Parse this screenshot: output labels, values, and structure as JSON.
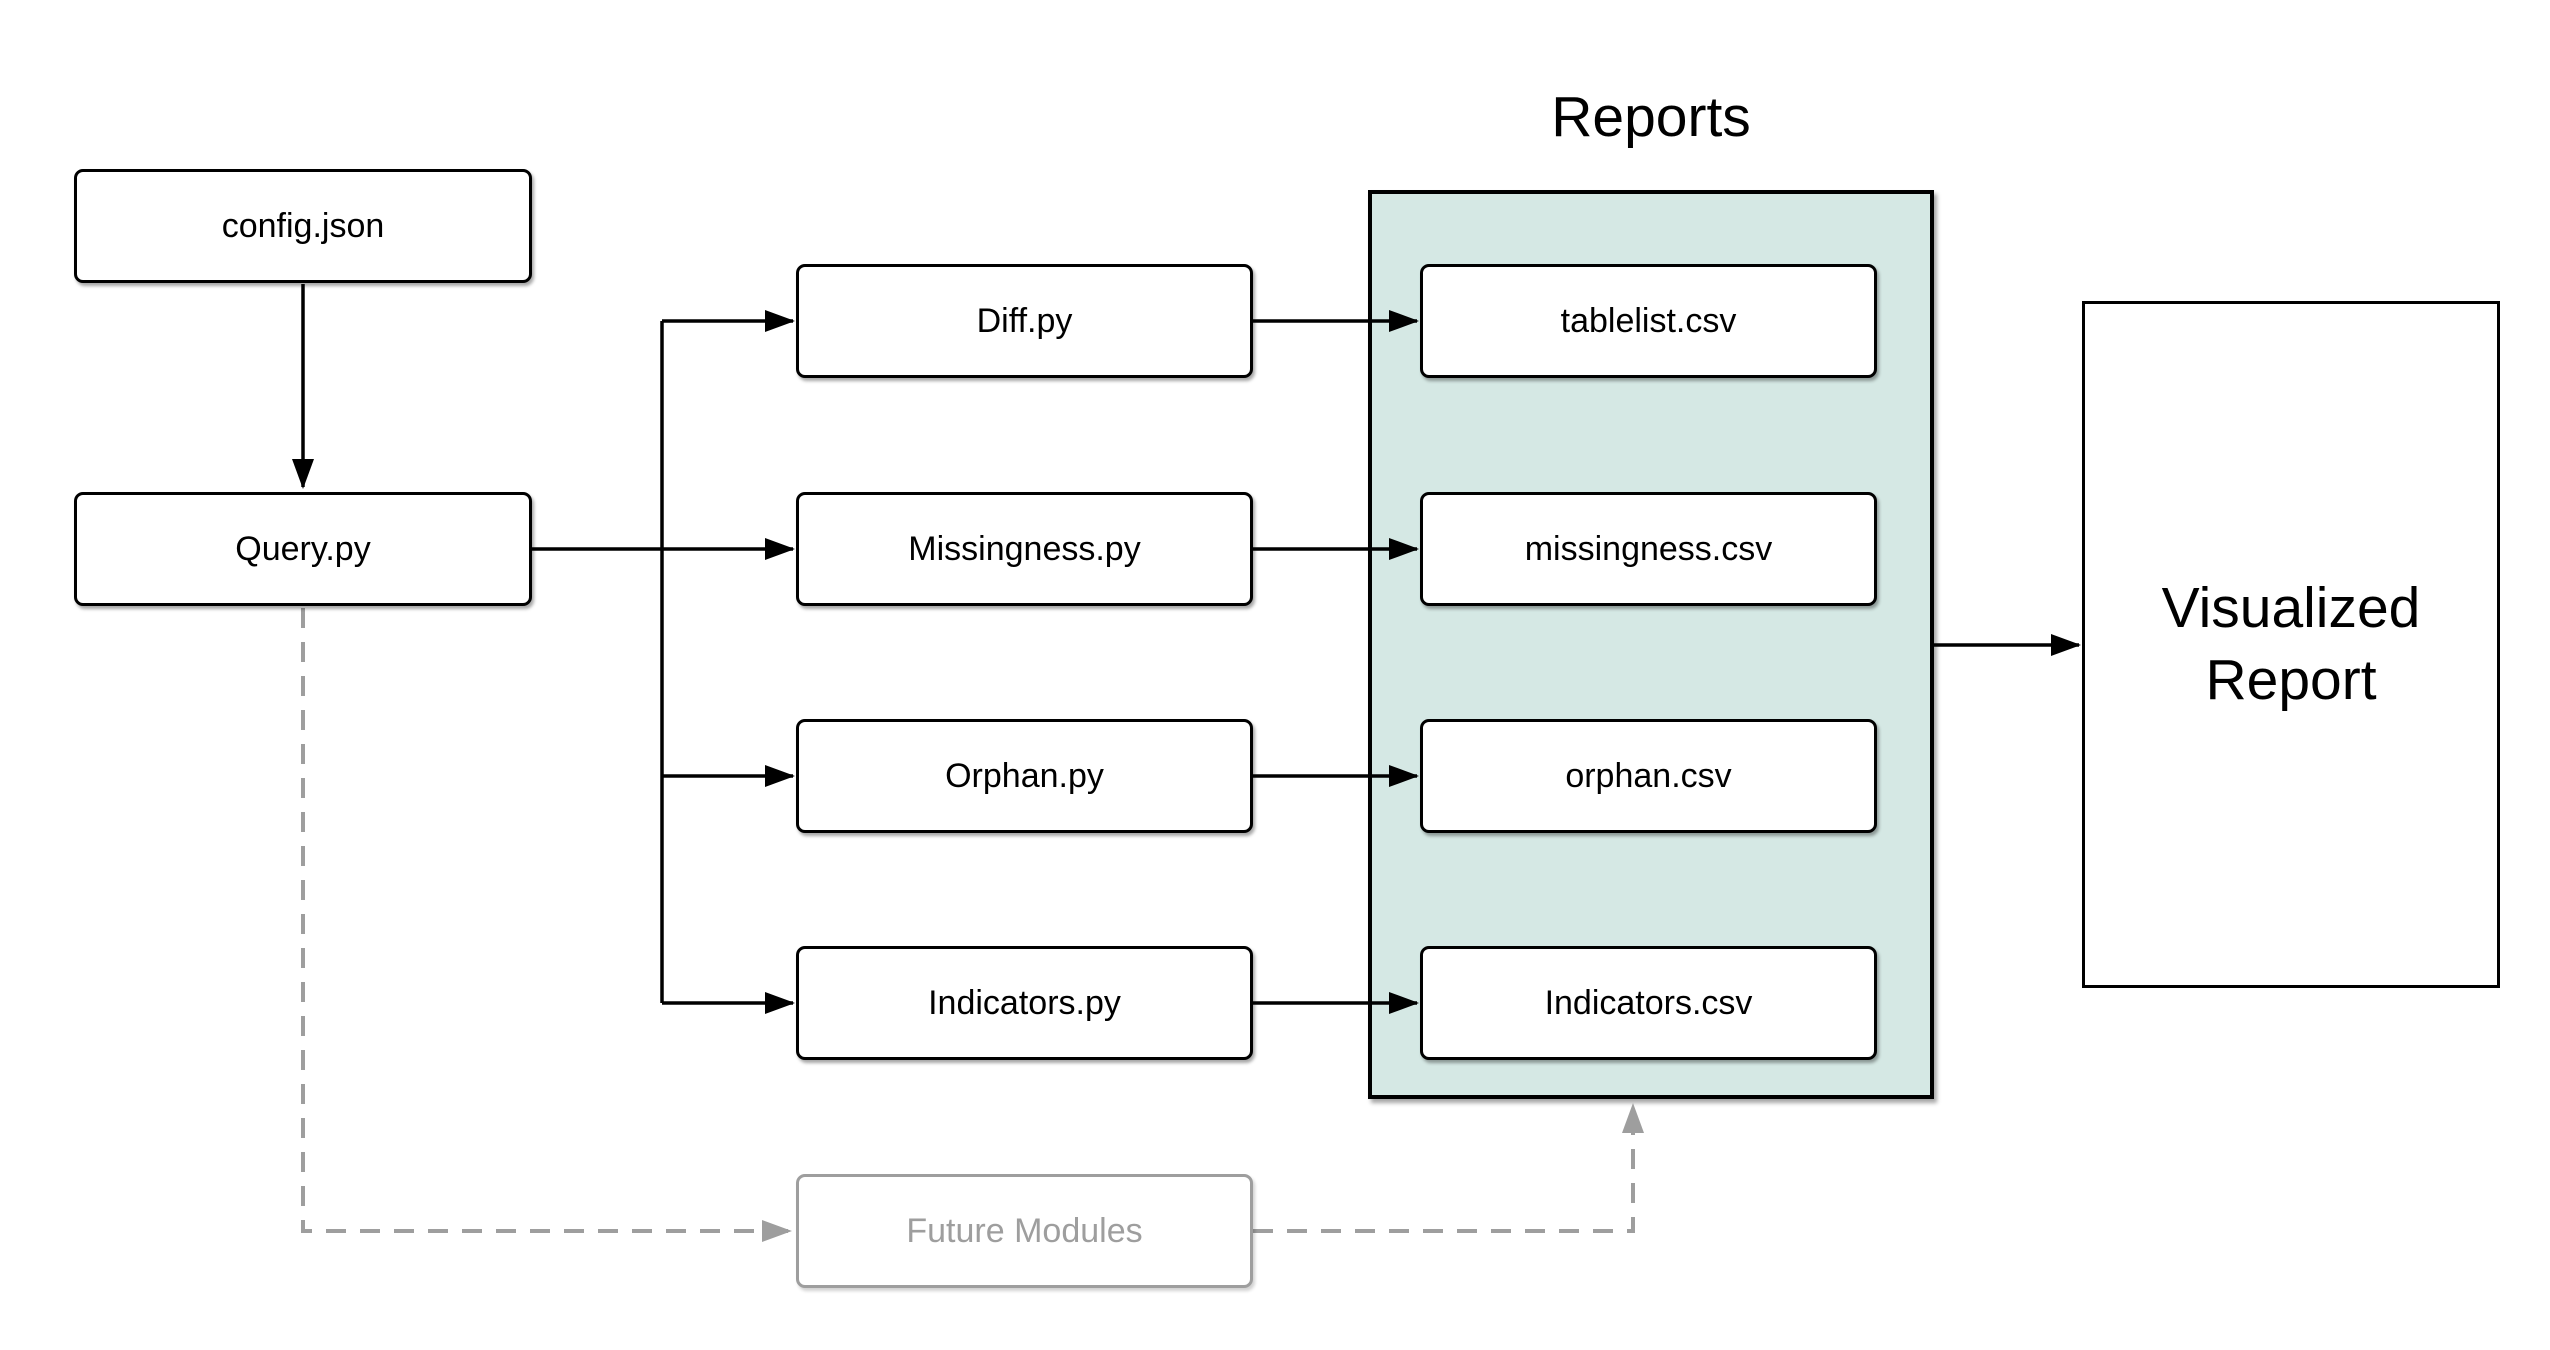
{
  "diagram": {
    "nodes": {
      "config": {
        "label": "config.json"
      },
      "query": {
        "label": "Query.py"
      },
      "diff": {
        "label": "Diff.py"
      },
      "missingness": {
        "label": "Missingness.py"
      },
      "orphan": {
        "label": "Orphan.py"
      },
      "indicators": {
        "label": "Indicators.py"
      },
      "tablelist_csv": {
        "label": "tablelist.csv"
      },
      "missingness_csv": {
        "label": "missingness.csv"
      },
      "orphan_csv": {
        "label": "orphan.csv"
      },
      "indicators_csv": {
        "label": "Indicators.csv"
      },
      "reports_group": {
        "label": "Reports"
      },
      "visualized": {
        "label": "Visualized Report"
      },
      "future": {
        "label": "Future Modules"
      }
    },
    "edges": [
      {
        "from": "config.json",
        "to": "Query.py",
        "style": "solid"
      },
      {
        "from": "Query.py",
        "to": "Diff.py",
        "style": "solid"
      },
      {
        "from": "Query.py",
        "to": "Missingness.py",
        "style": "solid"
      },
      {
        "from": "Query.py",
        "to": "Orphan.py",
        "style": "solid"
      },
      {
        "from": "Query.py",
        "to": "Indicators.py",
        "style": "solid"
      },
      {
        "from": "Diff.py",
        "to": "tablelist.csv",
        "style": "solid"
      },
      {
        "from": "Missingness.py",
        "to": "missingness.csv",
        "style": "solid"
      },
      {
        "from": "Orphan.py",
        "to": "orphan.csv",
        "style": "solid"
      },
      {
        "from": "Indicators.py",
        "to": "Indicators.csv",
        "style": "solid"
      },
      {
        "from": "Reports",
        "to": "Visualized Report",
        "style": "solid"
      },
      {
        "from": "Query.py",
        "to": "Future Modules",
        "style": "dashed"
      },
      {
        "from": "Future Modules",
        "to": "Reports",
        "style": "dashed"
      }
    ]
  },
  "colors": {
    "background": "#ffffff",
    "outline": "#000000",
    "reports_fill": "#d5e8e4",
    "muted": "#9e9e9e"
  }
}
